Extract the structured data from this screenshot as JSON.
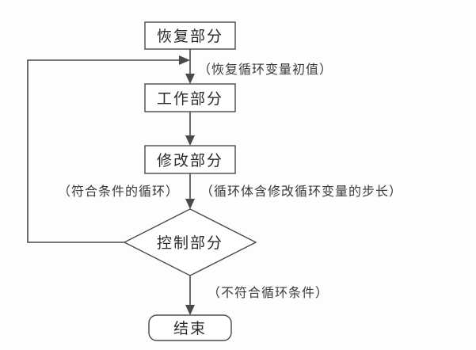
{
  "flowchart": {
    "nodes": {
      "restore": "恢复部分",
      "work": "工作部分",
      "modify": "修改部分",
      "control": "控制部分",
      "end": "结束"
    },
    "notes": {
      "init_loop_variable": "（恢复循环变量初值）",
      "loop_condition_met": "（符合条件的循环）",
      "step_note": "（循环体含修改循环变量的步长）",
      "loop_condition_not_met": "（不符合循环条件）"
    }
  }
}
